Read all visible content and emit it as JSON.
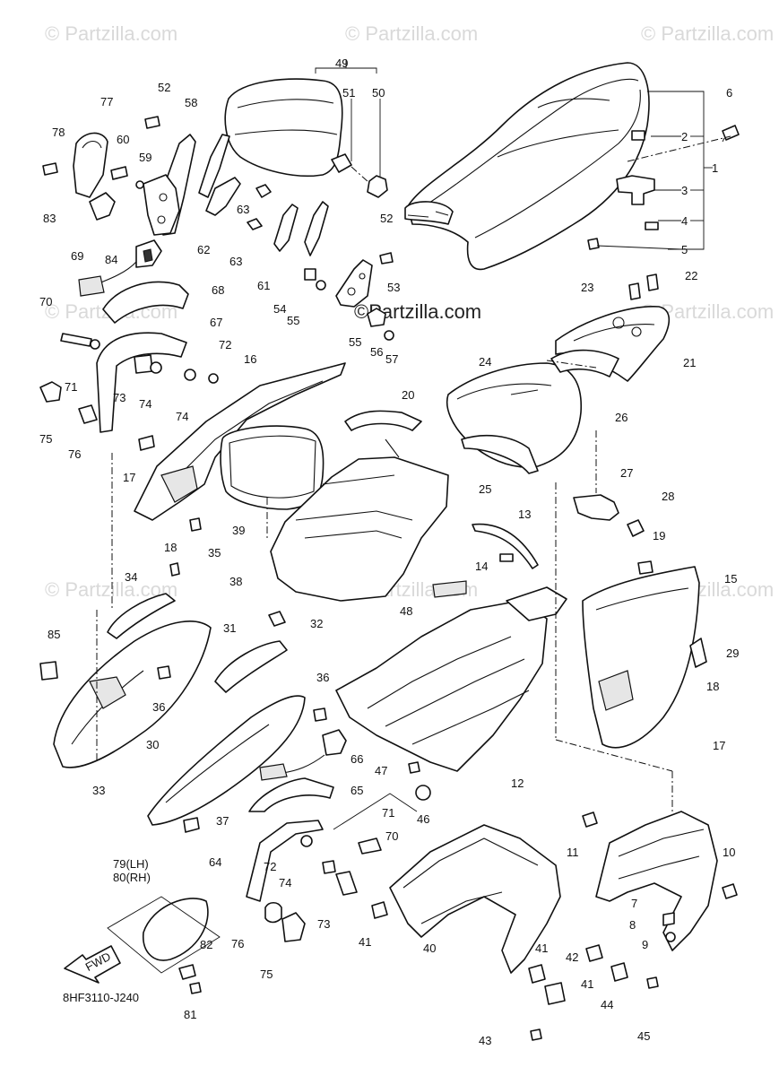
{
  "watermarks": [
    "© Partzilla.com",
    "© Partzilla.com",
    "© Partzilla.com",
    "© Partzilla.com",
    "© Partzilla.com",
    "© Partzilla.com",
    "© Partzilla.com",
    "© Partzilla.com"
  ],
  "center_watermark": "©Partzilla.com",
  "diagram_code": "8HF3110-J240",
  "fwd_label": "FWD",
  "callouts": {
    "c1": "1",
    "c2": "2",
    "c3": "3",
    "c4": "4",
    "c5": "5",
    "c6": "6",
    "c7": "7",
    "c8": "8",
    "c9": "9",
    "c10": "10",
    "c11": "11",
    "c12": "12",
    "c13": "13",
    "c14": "14",
    "c15": "15",
    "c16": "16",
    "c17a": "17",
    "c17b": "17",
    "c18a": "18",
    "c18b": "18",
    "c19": "19",
    "c20": "20",
    "c21": "21",
    "c22": "22",
    "c23": "23",
    "c24": "24",
    "c25": "25",
    "c26": "26",
    "c27": "27",
    "c28": "28",
    "c29": "29",
    "c30": "30",
    "c31": "31",
    "c32": "32",
    "c33": "33",
    "c34": "34",
    "c35": "35",
    "c36a": "36",
    "c36b": "36",
    "c37": "37",
    "c38": "38",
    "c39": "39",
    "c40": "40",
    "c41a": "41",
    "c41b": "41",
    "c41c": "41",
    "c42": "42",
    "c43": "43",
    "c44": "44",
    "c45": "45",
    "c46": "46",
    "c47": "47",
    "c48": "48",
    "c49": "49",
    "c50": "50",
    "c51": "51",
    "c52a": "52",
    "c52b": "52",
    "c53": "53",
    "c54": "54",
    "c55a": "55",
    "c55b": "55",
    "c56": "56",
    "c57": "57",
    "c58": "58",
    "c59": "59",
    "c60": "60",
    "c61": "61",
    "c62": "62",
    "c63a": "63",
    "c63b": "63",
    "c64": "64",
    "c65": "65",
    "c66": "66",
    "c67": "67",
    "c68": "68",
    "c69": "69",
    "c70a": "70",
    "c70b": "70",
    "c71a": "71",
    "c71b": "71",
    "c72a": "72",
    "c72b": "72",
    "c73a": "73",
    "c73b": "73",
    "c74a": "74",
    "c74b": "74",
    "c74c": "74",
    "c75a": "75",
    "c75b": "75",
    "c76a": "76",
    "c76b": "76",
    "c77": "77",
    "c78": "78",
    "c79_80a": "79(LH)",
    "c79_80b": "80(RH)",
    "c81": "81",
    "c82": "82",
    "c83": "83",
    "c84": "84",
    "c85": "85"
  }
}
